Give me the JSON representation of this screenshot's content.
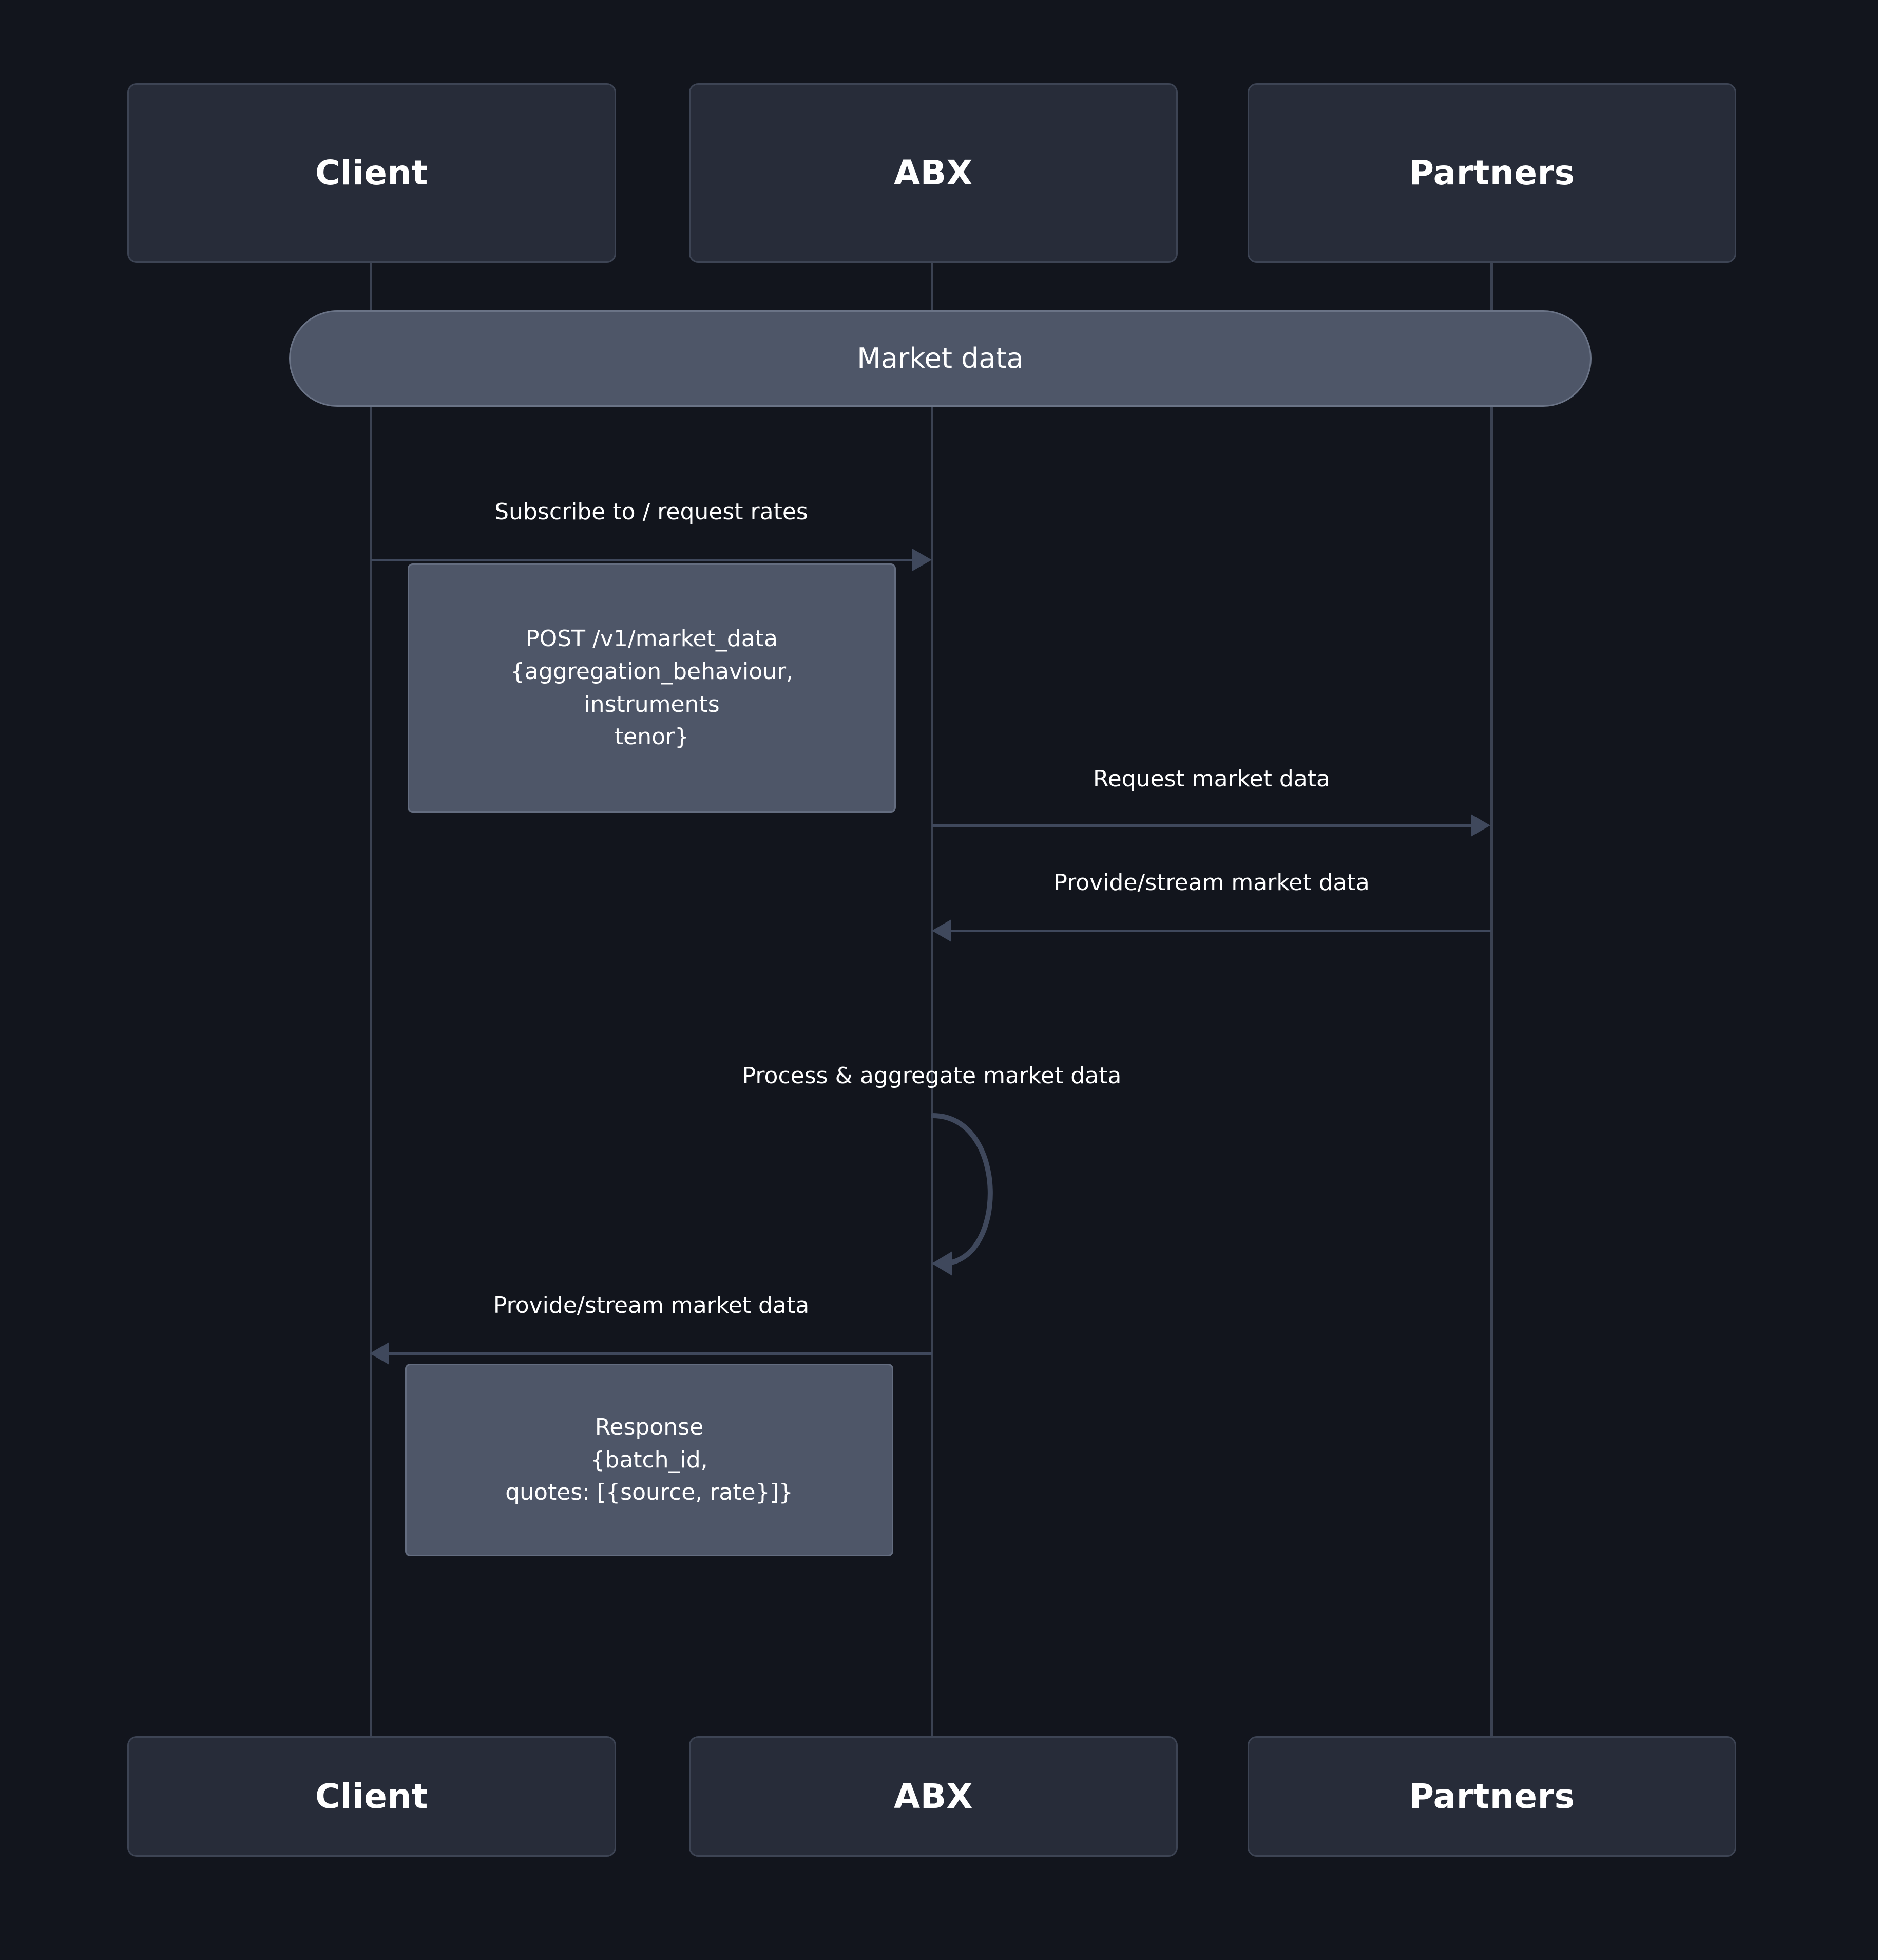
{
  "diagram": {
    "type": "sequence-diagram",
    "background_color": "#12151d",
    "actor_fill": "#272c39",
    "actor_border": "#3d4454",
    "note_fill": "#4e5668",
    "banner_fill": "#4e5668",
    "line_color": "#3f485c",
    "text_color": "#ffffff"
  },
  "participants": [
    {
      "id": "client",
      "label": "Client"
    },
    {
      "id": "abx",
      "label": "ABX"
    },
    {
      "id": "partners",
      "label": "Partners"
    }
  ],
  "participants_bottom": [
    {
      "id": "client",
      "label": "Client"
    },
    {
      "id": "abx",
      "label": "ABX"
    },
    {
      "id": "partners",
      "label": "Partners"
    }
  ],
  "sections": [
    {
      "id": "market-data",
      "label": "Market data"
    }
  ],
  "messages": [
    {
      "id": "m1",
      "from": "client",
      "to": "abx",
      "label": "Subscribe to / request rates",
      "direction": "right",
      "style": "solid"
    },
    {
      "id": "m2",
      "from": "abx",
      "to": "partners",
      "label": "Request market data",
      "direction": "right",
      "style": "solid"
    },
    {
      "id": "m3",
      "from": "partners",
      "to": "abx",
      "label": "Provide/stream market data",
      "direction": "left",
      "style": "solid"
    },
    {
      "id": "m4",
      "from": "abx",
      "to": "abx",
      "label": "Process & aggregate market data",
      "direction": "self",
      "style": "solid"
    },
    {
      "id": "m5",
      "from": "abx",
      "to": "client",
      "label": "Provide/stream market data",
      "direction": "left",
      "style": "solid"
    }
  ],
  "notes": [
    {
      "id": "note-request",
      "over": "client-abx",
      "lines": [
        "POST /v1/market_data",
        "{aggregation_behaviour,",
        "instruments",
        "tenor}"
      ]
    },
    {
      "id": "note-response",
      "over": "client-abx",
      "lines": [
        "Response",
        "{batch_id,",
        "quotes: [{source, rate}]}"
      ]
    }
  ]
}
